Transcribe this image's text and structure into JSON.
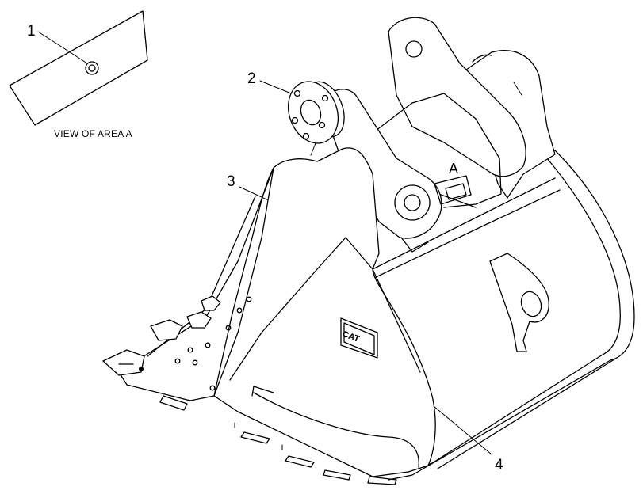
{
  "callouts": {
    "c1": "1",
    "c2": "2",
    "c3": "3",
    "c4": "4"
  },
  "labels": {
    "view_area": "VIEW OF AREA  A",
    "area_marker": "A",
    "logo": "CAT"
  },
  "colors": {
    "line": "#000000",
    "background": "#ffffff"
  }
}
